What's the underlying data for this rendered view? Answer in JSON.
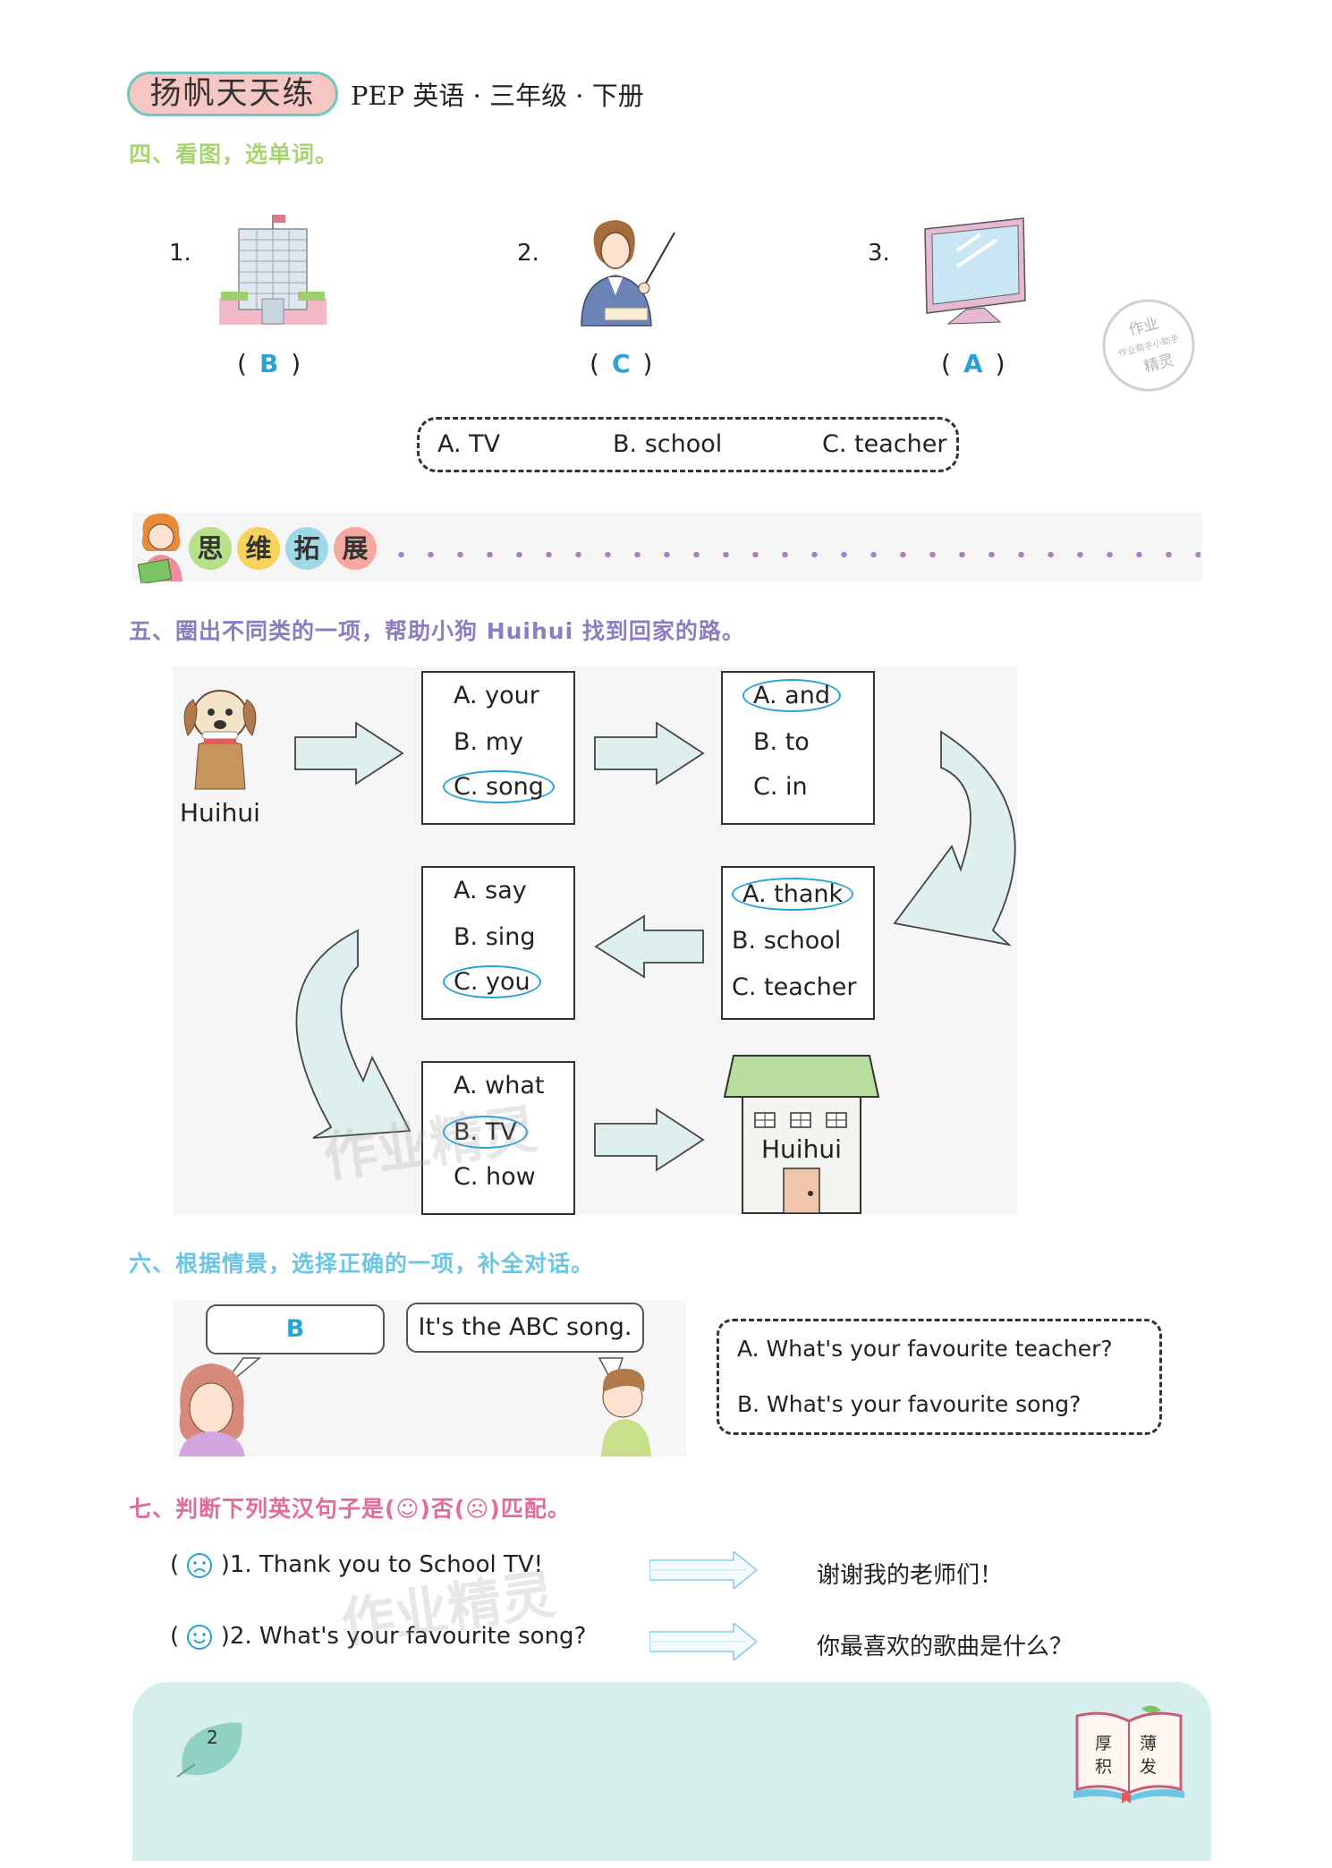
{
  "header": {
    "brand": "扬帆天天练",
    "subject": "PEP 英语 · 三年级 · 下册"
  },
  "part4": {
    "title": "四、看图，选单词。",
    "items": [
      {
        "num": "1.",
        "answer": "B",
        "icon": "school-building-icon"
      },
      {
        "num": "2.",
        "answer": "C",
        "icon": "teacher-icon"
      },
      {
        "num": "3.",
        "answer": "A",
        "icon": "tv-icon"
      }
    ],
    "options": [
      "A. TV",
      "B. school",
      "C. teacher"
    ]
  },
  "band": {
    "chars": [
      "思",
      "维",
      "拓",
      "展"
    ],
    "colors": [
      "#b8e08a",
      "#f7d25c",
      "#9fd9e8",
      "#f5a7a0"
    ]
  },
  "part5": {
    "title": "五、圈出不同类的一项，帮助小狗 Huihui 找到回家的路。",
    "dog_label": "Huihui",
    "house_label": "Huihui",
    "boxes": [
      {
        "items": [
          "A. your",
          "B. my",
          "C. song"
        ],
        "circled": 2
      },
      {
        "items": [
          "A. and",
          "B. to",
          "C. in"
        ],
        "circled": 0
      },
      {
        "items": [
          "A. thank",
          "B. school",
          "C. teacher"
        ],
        "circled": 0
      },
      {
        "items": [
          "A. say",
          "B. sing",
          "C. you"
        ],
        "circled": 2
      },
      {
        "items": [
          "A. what",
          "B. TV",
          "C. how"
        ],
        "circled": 1
      }
    ]
  },
  "part6": {
    "title": "六、根据情景，选择正确的一项，补全对话。",
    "answer": "B",
    "reply": "It's the ABC song.",
    "options": [
      "A. What's your favourite teacher?",
      "B. What's your favourite song?"
    ]
  },
  "part7": {
    "title": "七、判断下列英汉句子是(☺)否(☹)匹配。",
    "rows": [
      {
        "mark": "sad",
        "en": ")1. Thank you to School TV!",
        "cn": "谢谢我的老师们！"
      },
      {
        "mark": "happy",
        "en": ")2. What's your favourite song?",
        "cn": "你最喜欢的歌曲是什么？"
      }
    ]
  },
  "footer": {
    "page": "2",
    "book": [
      "厚",
      "薄",
      "积",
      "发"
    ]
  },
  "watermark": {
    "text": "作业精灵",
    "stamp": [
      "作业",
      "作业帮手小助手",
      "精灵"
    ]
  }
}
